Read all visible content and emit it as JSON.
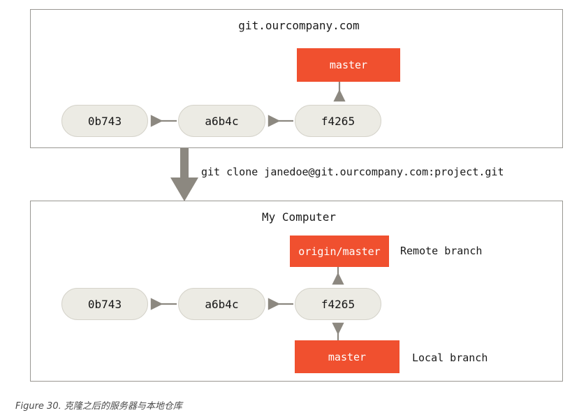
{
  "figure": {
    "caption": "Figure 30. 克隆之后的服务器与本地仓库",
    "colors": {
      "branch_fill": "#F0502F",
      "branch_text": "#FFFFFF",
      "commit_fill": "#ECEBE4",
      "commit_border": "#D5D3CA",
      "arrow": "#8C8880",
      "panel_border": "#999792",
      "text": "#1A1A1A",
      "background": "#FFFFFF"
    }
  },
  "server_panel": {
    "title": "git.ourcompany.com",
    "commits": [
      {
        "label": "0b743"
      },
      {
        "label": "a6b4c"
      },
      {
        "label": "f4265"
      }
    ],
    "branch": {
      "label": "master"
    }
  },
  "clone_step": {
    "command": "git clone janedoe@git.ourcompany.com:project.git",
    "arrow_icon": "down-arrow-icon"
  },
  "local_panel": {
    "title": "My Computer",
    "commits": [
      {
        "label": "0b743"
      },
      {
        "label": "a6b4c"
      },
      {
        "label": "f4265"
      }
    ],
    "remote_branch": {
      "label": "origin/master",
      "annotation": "Remote branch"
    },
    "local_branch": {
      "label": "master",
      "annotation": "Local branch"
    }
  },
  "arrows": {
    "commit_link_icon": "left-arrow-icon",
    "branch_pointer_icon": "arrow-icon"
  }
}
